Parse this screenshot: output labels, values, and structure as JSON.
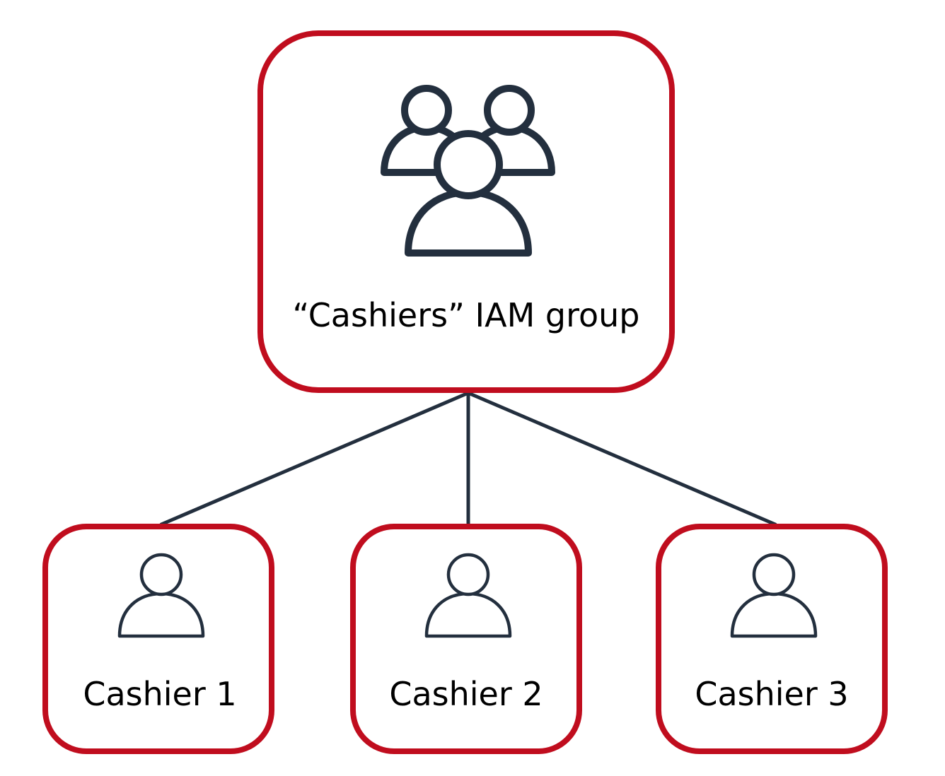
{
  "diagram": {
    "group": {
      "label": "“Cashiers” IAM group",
      "icon": "users-group-icon"
    },
    "members": [
      {
        "label": "Cashier 1",
        "icon": "user-icon"
      },
      {
        "label": "Cashier 2",
        "icon": "user-icon"
      },
      {
        "label": "Cashier 3",
        "icon": "user-icon"
      }
    ],
    "colors": {
      "border": "#c00d1e",
      "icon": "#232f3e",
      "connector": "#232f3e",
      "text": "#000000",
      "background": "#ffffff"
    }
  }
}
